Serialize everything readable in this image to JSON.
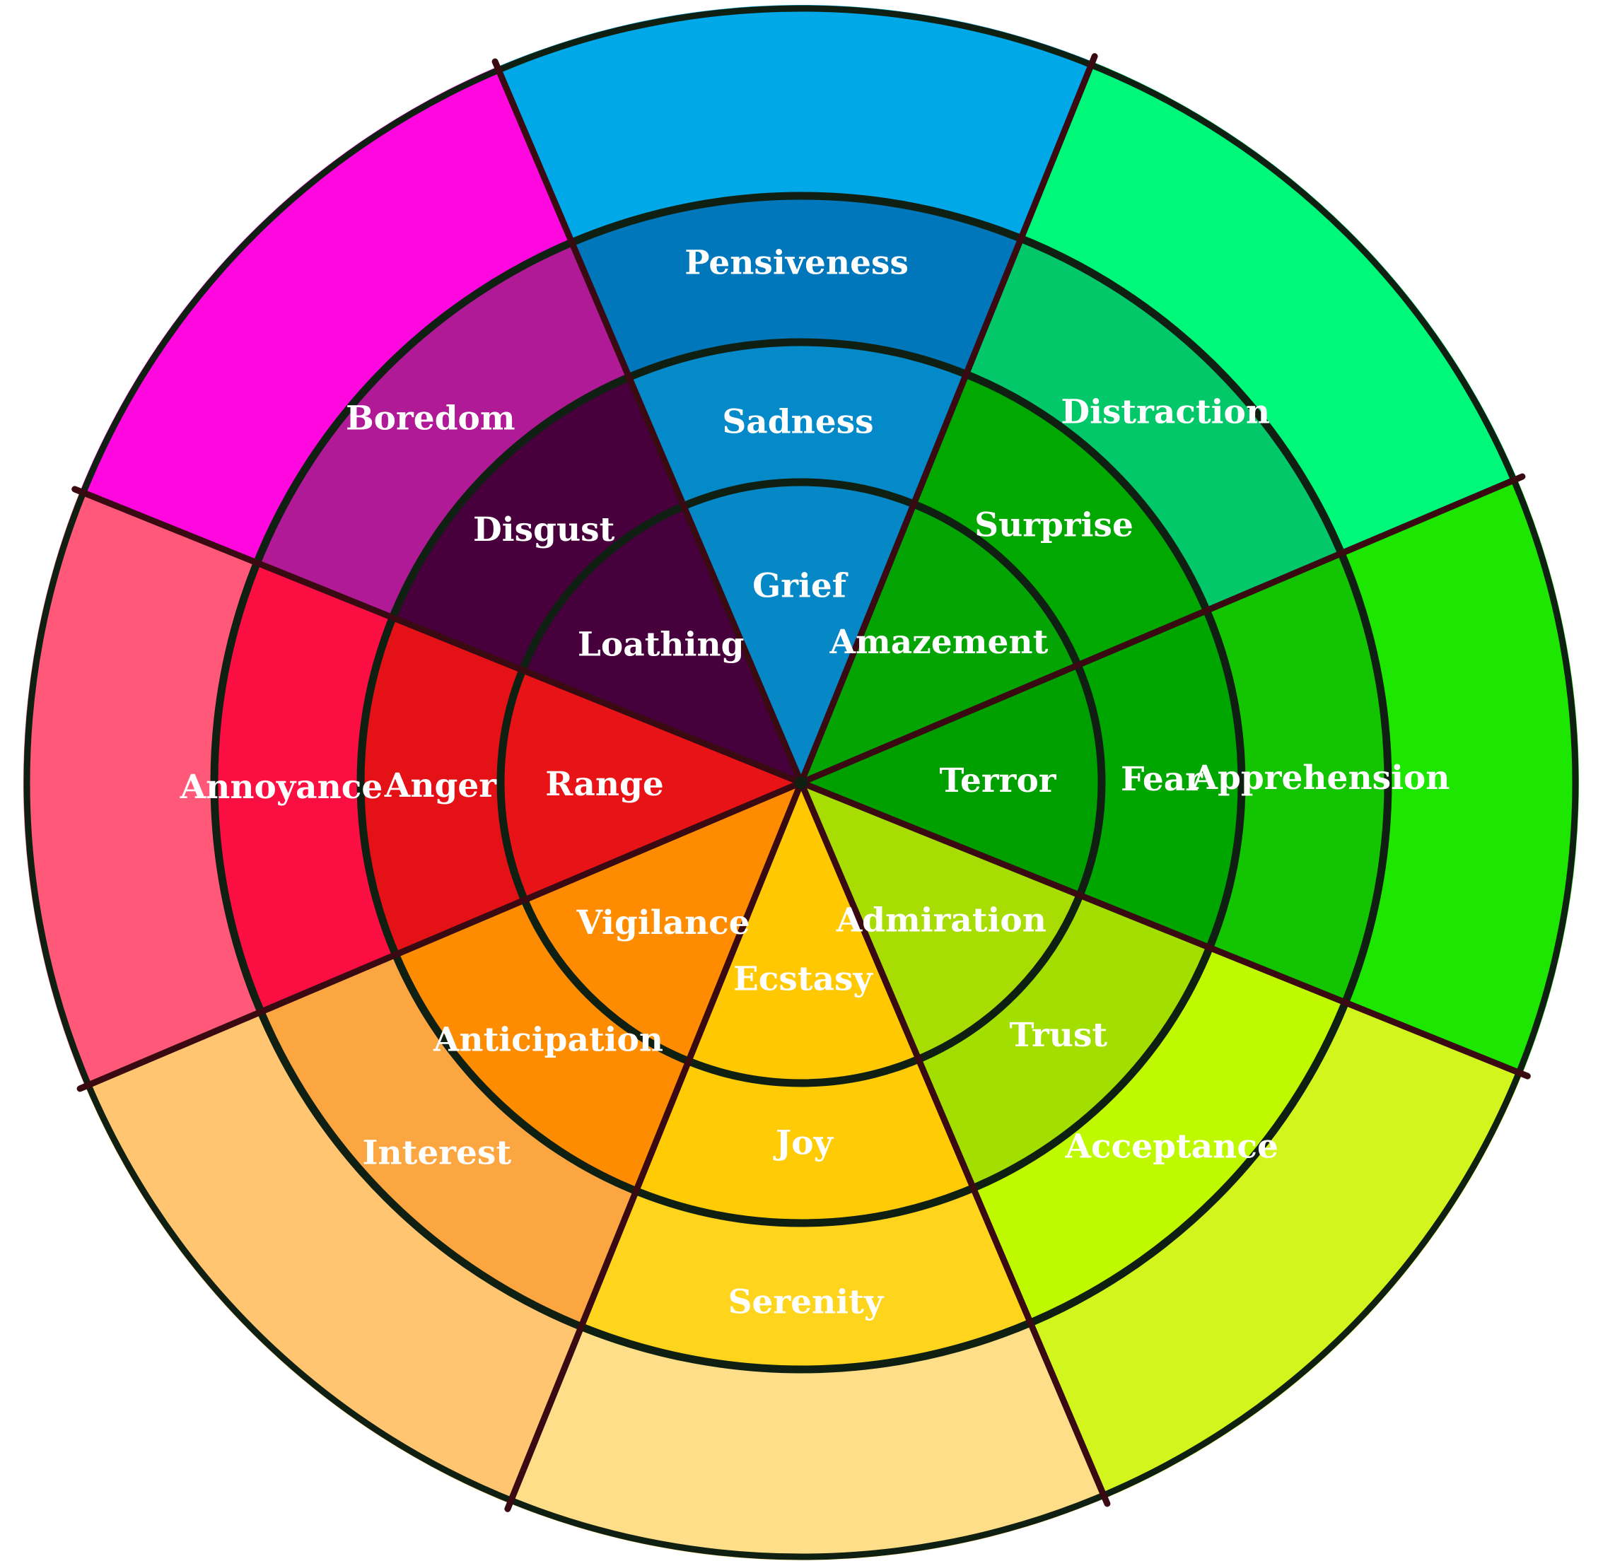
{
  "wheel": {
    "outline_color": "#0f2012",
    "divider_color": "#3a0a12",
    "rings": [
      "inner",
      "middle",
      "outer",
      "rim"
    ],
    "sectors": [
      {
        "id": "joy",
        "labels": [
          "Ecstasy",
          "Joy",
          "Serenity",
          ""
        ],
        "colors": [
          "#ffc800",
          "#ffcb05",
          "#ffd41d",
          "#ffde8a"
        ]
      },
      {
        "id": "trust",
        "labels": [
          "Admiration",
          "Trust",
          "Acceptance",
          ""
        ],
        "colors": [
          "#a7dd03",
          "#a2df00",
          "#bff900",
          "#d2f51e"
        ]
      },
      {
        "id": "fear",
        "labels": [
          "Terror",
          "Fear",
          "Apprehension",
          ""
        ],
        "colors": [
          "#009f00",
          "#00a600",
          "#13c400",
          "#1de700"
        ]
      },
      {
        "id": "surprise",
        "labels": [
          "Amazement",
          "Surprise",
          "Distraction",
          ""
        ],
        "colors": [
          "#04a404",
          "#00a800",
          "#03c86a",
          "#00f87a"
        ]
      },
      {
        "id": "sadness",
        "labels": [
          "Grief",
          "Sadness",
          "Pensiveness",
          ""
        ],
        "colors": [
          "#0688c6",
          "#048ac8",
          "#0077ba",
          "#00a8e8"
        ]
      },
      {
        "id": "disgust",
        "labels": [
          "Loathing",
          "Disgust",
          "Boredom",
          ""
        ],
        "colors": [
          "#46003b",
          "#47003c",
          "#b01a96",
          "#ff08e0"
        ]
      },
      {
        "id": "anger",
        "labels": [
          "Range",
          "Anger",
          "Annoyance",
          ""
        ],
        "colors": [
          "#e81316",
          "#e41217",
          "#fb0e41",
          "#ff5878"
        ]
      },
      {
        "id": "anticipation",
        "labels": [
          "Vigilance",
          "Anticipation",
          "Interest",
          ""
        ],
        "colors": [
          "#ff8c00",
          "#fe8c00",
          "#fca642",
          "#ffc570"
        ]
      }
    ]
  }
}
